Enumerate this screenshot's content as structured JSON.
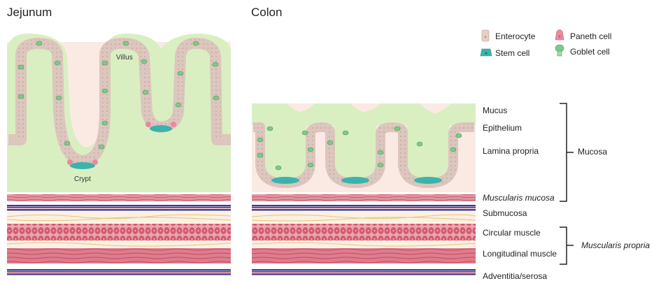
{
  "titles": {
    "left": "Jejunum",
    "right": "Colon"
  },
  "annotations": {
    "villus": "Villus",
    "crypt": "Crypt"
  },
  "legend": [
    {
      "label": "Enterocyte",
      "icon": "enterocyte-icon",
      "color": "#e6cfc6"
    },
    {
      "label": "Paneth cell",
      "icon": "paneth-cell-icon",
      "color": "#e88aa0"
    },
    {
      "label": "Stem cell",
      "icon": "stem-cell-icon",
      "color": "#3bb3ad"
    },
    {
      "label": "Goblet cell",
      "icon": "goblet-cell-icon",
      "color": "#7fc98a"
    }
  ],
  "layers": {
    "mucus": "Mucus",
    "epithelium": "Epithelium",
    "lamina_propria": "Lamina propria",
    "muscularis_mucosa": "Muscularis mucosa",
    "submucosa": "Submucosa",
    "circular_muscle": "Circular muscle",
    "longitudinal_muscle": "Longitudinal muscle",
    "adventitia": "Adventitia/serosa"
  },
  "groups": {
    "mucosa": "Mucosa",
    "muscularis_propria": "Muscularis propria"
  },
  "colors": {
    "lamina": "#fbeae4",
    "mucus": "#d9efc2",
    "epithelium": "#dcc6bd",
    "muscle": "#d45b6e",
    "muscle_light": "#e9a5b0",
    "submucosa": "#fbf1e2",
    "fiber": "#e8c27a",
    "serosa_blue": "#3a3f9a",
    "serosa_red": "#c33a4f"
  }
}
